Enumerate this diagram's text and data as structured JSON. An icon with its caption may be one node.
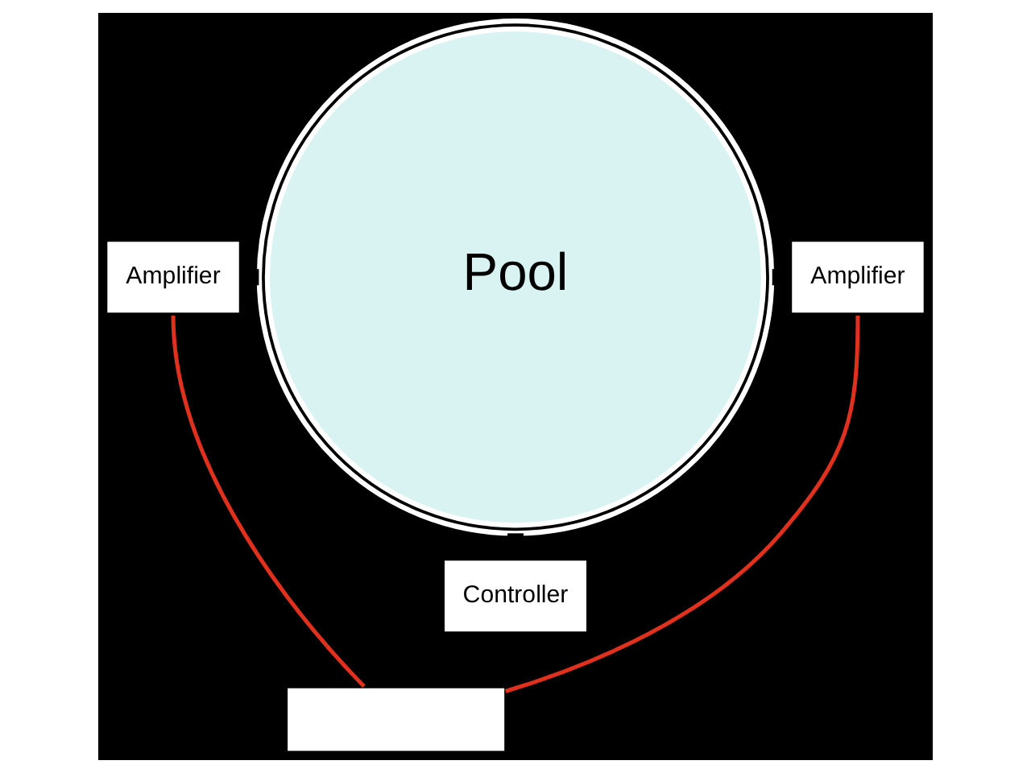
{
  "diagram": {
    "nodes": [
      {
        "text": [
          "Pool"
        ]
      },
      {
        "text": [
          "Amplifier"
        ]
      },
      {
        "text": [
          "Amplifier"
        ]
      },
      {
        "text": [
          "Controller"
        ]
      },
      {
        "text": [],
        "shape": "box"
      }
    ],
    "edges": [
      {
        "from": 1,
        "to": 0,
        "arrow": "none"
      },
      {
        "from": 0,
        "to": 2,
        "arrow": "none"
      },
      {
        "from": 0,
        "to": 3,
        "arrow": "none"
      },
      {
        "from": 1,
        "to": 4,
        "arrow": "none",
        "color": "#e0301e"
      },
      {
        "from": 2,
        "to": 4,
        "arrow": "none",
        "color": "#e0301e"
      }
    ]
  }
}
